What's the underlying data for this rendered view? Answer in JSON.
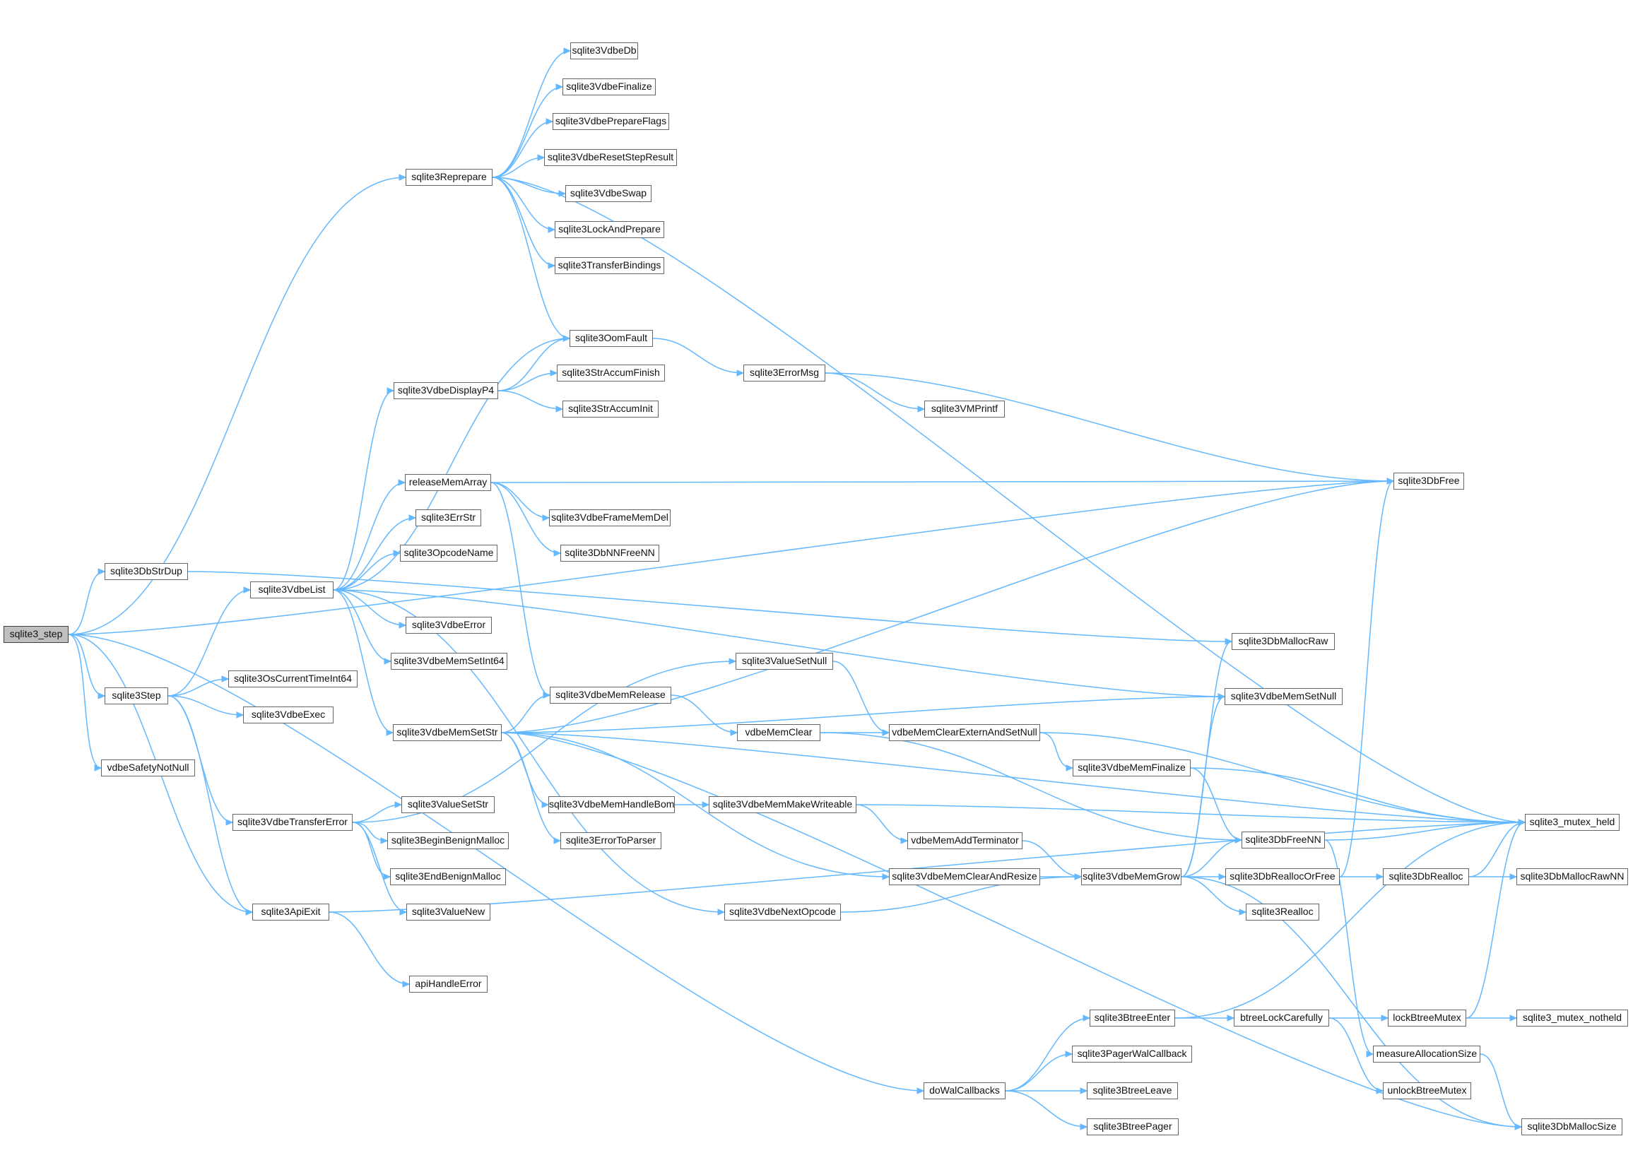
{
  "diagram": {
    "colors": {
      "edge": "#63b8ff",
      "node_border": "#666666",
      "root_fill": "#bfbfbf",
      "node_fill": "#ffffff"
    },
    "nodes": [
      {
        "id": "sqlite3_step",
        "label": "sqlite3_step",
        "root": true
      },
      {
        "id": "sqlite3DbStrDup",
        "label": "sqlite3DbStrDup"
      },
      {
        "id": "sqlite3Step",
        "label": "sqlite3Step"
      },
      {
        "id": "vdbeSafetyNotNull",
        "label": "vdbeSafetyNotNull"
      },
      {
        "id": "sqlite3Reprepare",
        "label": "sqlite3Reprepare"
      },
      {
        "id": "sqlite3VdbeDb",
        "label": "sqlite3VdbeDb"
      },
      {
        "id": "sqlite3VdbeFinalize",
        "label": "sqlite3VdbeFinalize"
      },
      {
        "id": "sqlite3VdbePrepareFlags",
        "label": "sqlite3VdbePrepareFlags"
      },
      {
        "id": "sqlite3VdbeResetStepResult",
        "label": "sqlite3VdbeResetStepResult"
      },
      {
        "id": "sqlite3VdbeSwap",
        "label": "sqlite3VdbeSwap"
      },
      {
        "id": "sqlite3LockAndPrepare",
        "label": "sqlite3LockAndPrepare"
      },
      {
        "id": "sqlite3TransferBindings",
        "label": "sqlite3TransferBindings"
      },
      {
        "id": "sqlite3OomFault",
        "label": "sqlite3OomFault"
      },
      {
        "id": "sqlite3VdbeDisplayP4",
        "label": "sqlite3VdbeDisplayP4"
      },
      {
        "id": "sqlite3StrAccumFinish",
        "label": "sqlite3StrAccumFinish"
      },
      {
        "id": "sqlite3StrAccumInit",
        "label": "sqlite3StrAccumInit"
      },
      {
        "id": "sqlite3ErrorMsg",
        "label": "sqlite3ErrorMsg"
      },
      {
        "id": "sqlite3VMPrintf",
        "label": "sqlite3VMPrintf"
      },
      {
        "id": "releaseMemArray",
        "label": "releaseMemArray"
      },
      {
        "id": "sqlite3VdbeFrameMemDel",
        "label": "sqlite3VdbeFrameMemDel"
      },
      {
        "id": "sqlite3DbNNFreeNN",
        "label": "sqlite3DbNNFreeNN"
      },
      {
        "id": "sqlite3DbFree",
        "label": "sqlite3DbFree"
      },
      {
        "id": "sqlite3ErrStr",
        "label": "sqlite3ErrStr"
      },
      {
        "id": "sqlite3OpcodeName",
        "label": "sqlite3OpcodeName"
      },
      {
        "id": "sqlite3VdbeList",
        "label": "sqlite3VdbeList"
      },
      {
        "id": "sqlite3VdbeError",
        "label": "sqlite3VdbeError"
      },
      {
        "id": "sqlite3VdbeMemSetInt64",
        "label": "sqlite3VdbeMemSetInt64"
      },
      {
        "id": "sqlite3OsCurrentTimeInt64",
        "label": "sqlite3OsCurrentTimeInt64"
      },
      {
        "id": "sqlite3VdbeExec",
        "label": "sqlite3VdbeExec"
      },
      {
        "id": "sqlite3ValueSetNull",
        "label": "sqlite3ValueSetNull"
      },
      {
        "id": "sqlite3VdbeMemRelease",
        "label": "sqlite3VdbeMemRelease"
      },
      {
        "id": "sqlite3VdbeMemSetStr",
        "label": "sqlite3VdbeMemSetStr"
      },
      {
        "id": "vdbeMemClear",
        "label": "vdbeMemClear"
      },
      {
        "id": "vdbeMemClearExternAndSetNull",
        "label": "vdbeMemClearExternAndSetNull"
      },
      {
        "id": "sqlite3DbMallocRaw",
        "label": "sqlite3DbMallocRaw"
      },
      {
        "id": "sqlite3VdbeMemSetNull",
        "label": "sqlite3VdbeMemSetNull"
      },
      {
        "id": "sqlite3VdbeMemFinalize",
        "label": "sqlite3VdbeMemFinalize"
      },
      {
        "id": "sqlite3VdbeTransferError",
        "label": "sqlite3VdbeTransferError"
      },
      {
        "id": "sqlite3ValueSetStr",
        "label": "sqlite3ValueSetStr"
      },
      {
        "id": "sqlite3VdbeMemHandleBom",
        "label": "sqlite3VdbeMemHandleBom"
      },
      {
        "id": "sqlite3VdbeMemMakeWriteable",
        "label": "sqlite3VdbeMemMakeWriteable"
      },
      {
        "id": "sqlite3_mutex_held",
        "label": "sqlite3_mutex_held"
      },
      {
        "id": "sqlite3BeginBenignMalloc",
        "label": "sqlite3BeginBenignMalloc"
      },
      {
        "id": "sqlite3ErrorToParser",
        "label": "sqlite3ErrorToParser"
      },
      {
        "id": "vdbeMemAddTerminator",
        "label": "vdbeMemAddTerminator"
      },
      {
        "id": "sqlite3DbFreeNN",
        "label": "sqlite3DbFreeNN"
      },
      {
        "id": "sqlite3EndBenignMalloc",
        "label": "sqlite3EndBenignMalloc"
      },
      {
        "id": "sqlite3VdbeMemClearAndResize",
        "label": "sqlite3VdbeMemClearAndResize"
      },
      {
        "id": "sqlite3VdbeMemGrow",
        "label": "sqlite3VdbeMemGrow"
      },
      {
        "id": "sqlite3DbReallocOrFree",
        "label": "sqlite3DbReallocOrFree"
      },
      {
        "id": "sqlite3DbRealloc",
        "label": "sqlite3DbRealloc"
      },
      {
        "id": "sqlite3DbMallocRawNN",
        "label": "sqlite3DbMallocRawNN"
      },
      {
        "id": "sqlite3ValueNew",
        "label": "sqlite3ValueNew"
      },
      {
        "id": "sqlite3ApiExit",
        "label": "sqlite3ApiExit"
      },
      {
        "id": "sqlite3VdbeNextOpcode",
        "label": "sqlite3VdbeNextOpcode"
      },
      {
        "id": "sqlite3Realloc",
        "label": "sqlite3Realloc"
      },
      {
        "id": "apiHandleError",
        "label": "apiHandleError"
      },
      {
        "id": "sqlite3BtreeEnter",
        "label": "sqlite3BtreeEnter"
      },
      {
        "id": "btreeLockCarefully",
        "label": "btreeLockCarefully"
      },
      {
        "id": "lockBtreeMutex",
        "label": "lockBtreeMutex"
      },
      {
        "id": "sqlite3_mutex_notheld",
        "label": "sqlite3_mutex_notheld"
      },
      {
        "id": "sqlite3PagerWalCallback",
        "label": "sqlite3PagerWalCallback"
      },
      {
        "id": "measureAllocationSize",
        "label": "measureAllocationSize"
      },
      {
        "id": "doWalCallbacks",
        "label": "doWalCallbacks"
      },
      {
        "id": "sqlite3BtreeLeave",
        "label": "sqlite3BtreeLeave"
      },
      {
        "id": "unlockBtreeMutex",
        "label": "unlockBtreeMutex"
      },
      {
        "id": "sqlite3BtreePager",
        "label": "sqlite3BtreePager"
      },
      {
        "id": "sqlite3DbMallocSize",
        "label": "sqlite3DbMallocSize"
      }
    ],
    "edges": [
      [
        "sqlite3_step",
        "sqlite3DbStrDup"
      ],
      [
        "sqlite3_step",
        "sqlite3Step"
      ],
      [
        "sqlite3_step",
        "vdbeSafetyNotNull"
      ],
      [
        "sqlite3_step",
        "sqlite3Reprepare"
      ],
      [
        "sqlite3_step",
        "sqlite3DbFree"
      ],
      [
        "sqlite3_step",
        "sqlite3ApiExit"
      ],
      [
        "sqlite3_step",
        "doWalCallbacks"
      ],
      [
        "sqlite3DbStrDup",
        "sqlite3DbMallocRaw"
      ],
      [
        "sqlite3Reprepare",
        "sqlite3VdbeDb"
      ],
      [
        "sqlite3Reprepare",
        "sqlite3VdbeFinalize"
      ],
      [
        "sqlite3Reprepare",
        "sqlite3VdbePrepareFlags"
      ],
      [
        "sqlite3Reprepare",
        "sqlite3VdbeResetStepResult"
      ],
      [
        "sqlite3Reprepare",
        "sqlite3VdbeSwap"
      ],
      [
        "sqlite3Reprepare",
        "sqlite3LockAndPrepare"
      ],
      [
        "sqlite3Reprepare",
        "sqlite3TransferBindings"
      ],
      [
        "sqlite3Reprepare",
        "sqlite3OomFault"
      ],
      [
        "sqlite3Reprepare",
        "sqlite3_mutex_held"
      ],
      [
        "sqlite3Step",
        "sqlite3VdbeList"
      ],
      [
        "sqlite3Step",
        "sqlite3OsCurrentTimeInt64"
      ],
      [
        "sqlite3Step",
        "sqlite3VdbeExec"
      ],
      [
        "sqlite3Step",
        "sqlite3VdbeTransferError"
      ],
      [
        "sqlite3Step",
        "sqlite3ApiExit"
      ],
      [
        "sqlite3VdbeList",
        "sqlite3OomFault"
      ],
      [
        "sqlite3VdbeList",
        "sqlite3VdbeDisplayP4"
      ],
      [
        "sqlite3VdbeList",
        "releaseMemArray"
      ],
      [
        "sqlite3VdbeList",
        "sqlite3ErrStr"
      ],
      [
        "sqlite3VdbeList",
        "sqlite3OpcodeName"
      ],
      [
        "sqlite3VdbeList",
        "sqlite3VdbeError"
      ],
      [
        "sqlite3VdbeList",
        "sqlite3VdbeMemSetInt64"
      ],
      [
        "sqlite3VdbeList",
        "sqlite3VdbeMemSetStr"
      ],
      [
        "sqlite3VdbeList",
        "sqlite3VdbeMemSetNull"
      ],
      [
        "sqlite3VdbeList",
        "sqlite3VdbeNextOpcode"
      ],
      [
        "sqlite3VdbeDisplayP4",
        "sqlite3OomFault"
      ],
      [
        "sqlite3VdbeDisplayP4",
        "sqlite3StrAccumFinish"
      ],
      [
        "sqlite3VdbeDisplayP4",
        "sqlite3StrAccumInit"
      ],
      [
        "sqlite3OomFault",
        "sqlite3ErrorMsg"
      ],
      [
        "sqlite3ErrorMsg",
        "sqlite3VMPrintf"
      ],
      [
        "sqlite3ErrorMsg",
        "sqlite3DbFree"
      ],
      [
        "releaseMemArray",
        "sqlite3VdbeFrameMemDel"
      ],
      [
        "releaseMemArray",
        "sqlite3DbNNFreeNN"
      ],
      [
        "releaseMemArray",
        "sqlite3DbFree"
      ],
      [
        "releaseMemArray",
        "sqlite3VdbeMemRelease"
      ],
      [
        "sqlite3VdbeTransferError",
        "sqlite3ValueSetNull"
      ],
      [
        "sqlite3VdbeTransferError",
        "sqlite3ValueSetStr"
      ],
      [
        "sqlite3VdbeTransferError",
        "sqlite3BeginBenignMalloc"
      ],
      [
        "sqlite3VdbeTransferError",
        "sqlite3EndBenignMalloc"
      ],
      [
        "sqlite3VdbeTransferError",
        "sqlite3ValueNew"
      ],
      [
        "sqlite3ValueSetNull",
        "vdbeMemClearExternAndSetNull"
      ],
      [
        "sqlite3VdbeMemRelease",
        "vdbeMemClear"
      ],
      [
        "vdbeMemClear",
        "vdbeMemClearExternAndSetNull"
      ],
      [
        "vdbeMemClear",
        "sqlite3DbFreeNN"
      ],
      [
        "vdbeMemClearExternAndSetNull",
        "sqlite3VdbeMemFinalize"
      ],
      [
        "vdbeMemClearExternAndSetNull",
        "sqlite3_mutex_held"
      ],
      [
        "sqlite3VdbeMemFinalize",
        "sqlite3DbFreeNN"
      ],
      [
        "sqlite3VdbeMemFinalize",
        "sqlite3_mutex_held"
      ],
      [
        "sqlite3VdbeMemSetStr",
        "sqlite3VdbeMemRelease"
      ],
      [
        "sqlite3VdbeMemSetStr",
        "sqlite3DbFree"
      ],
      [
        "sqlite3VdbeMemSetStr",
        "sqlite3_mutex_held"
      ],
      [
        "sqlite3VdbeMemSetStr",
        "sqlite3VdbeMemSetNull"
      ],
      [
        "sqlite3VdbeMemSetStr",
        "sqlite3VdbeMemHandleBom"
      ],
      [
        "sqlite3VdbeMemSetStr",
        "sqlite3ErrorToParser"
      ],
      [
        "sqlite3VdbeMemSetStr",
        "sqlite3VdbeMemClearAndResize"
      ],
      [
        "sqlite3VdbeMemSetStr",
        "sqlite3DbMallocSize"
      ],
      [
        "sqlite3VdbeMemHandleBom",
        "sqlite3VdbeMemMakeWriteable"
      ],
      [
        "sqlite3VdbeMemMakeWriteable",
        "sqlite3_mutex_held"
      ],
      [
        "sqlite3VdbeMemMakeWriteable",
        "vdbeMemAddTerminator"
      ],
      [
        "vdbeMemAddTerminator",
        "sqlite3VdbeMemGrow"
      ],
      [
        "sqlite3VdbeMemClearAndResize",
        "sqlite3VdbeMemGrow"
      ],
      [
        "sqlite3VdbeNextOpcode",
        "sqlite3VdbeMemGrow"
      ],
      [
        "sqlite3VdbeMemGrow",
        "sqlite3DbMallocRaw"
      ],
      [
        "sqlite3VdbeMemGrow",
        "sqlite3VdbeMemSetNull"
      ],
      [
        "sqlite3VdbeMemGrow",
        "sqlite3DbFreeNN"
      ],
      [
        "sqlite3VdbeMemGrow",
        "sqlite3DbReallocOrFree"
      ],
      [
        "sqlite3VdbeMemGrow",
        "sqlite3Realloc"
      ],
      [
        "sqlite3VdbeMemGrow",
        "sqlite3DbMallocSize"
      ],
      [
        "sqlite3DbFreeNN",
        "sqlite3_mutex_held"
      ],
      [
        "sqlite3DbFreeNN",
        "measureAllocationSize"
      ],
      [
        "sqlite3DbReallocOrFree",
        "sqlite3DbRealloc"
      ],
      [
        "sqlite3DbReallocOrFree",
        "sqlite3DbFree"
      ],
      [
        "sqlite3DbRealloc",
        "sqlite3DbMallocRawNN"
      ],
      [
        "sqlite3DbRealloc",
        "sqlite3_mutex_held"
      ],
      [
        "sqlite3ApiExit",
        "apiHandleError"
      ],
      [
        "sqlite3ApiExit",
        "sqlite3_mutex_held"
      ],
      [
        "doWalCallbacks",
        "sqlite3BtreeEnter"
      ],
      [
        "doWalCallbacks",
        "sqlite3PagerWalCallback"
      ],
      [
        "doWalCallbacks",
        "sqlite3BtreeLeave"
      ],
      [
        "doWalCallbacks",
        "sqlite3BtreePager"
      ],
      [
        "sqlite3BtreeEnter",
        "btreeLockCarefully"
      ],
      [
        "sqlite3BtreeEnter",
        "sqlite3_mutex_held"
      ],
      [
        "btreeLockCarefully",
        "lockBtreeMutex"
      ],
      [
        "btreeLockCarefully",
        "unlockBtreeMutex"
      ],
      [
        "lockBtreeMutex",
        "sqlite3_mutex_notheld"
      ],
      [
        "lockBtreeMutex",
        "sqlite3_mutex_held"
      ],
      [
        "measureAllocationSize",
        "sqlite3DbMallocSize"
      ]
    ]
  }
}
